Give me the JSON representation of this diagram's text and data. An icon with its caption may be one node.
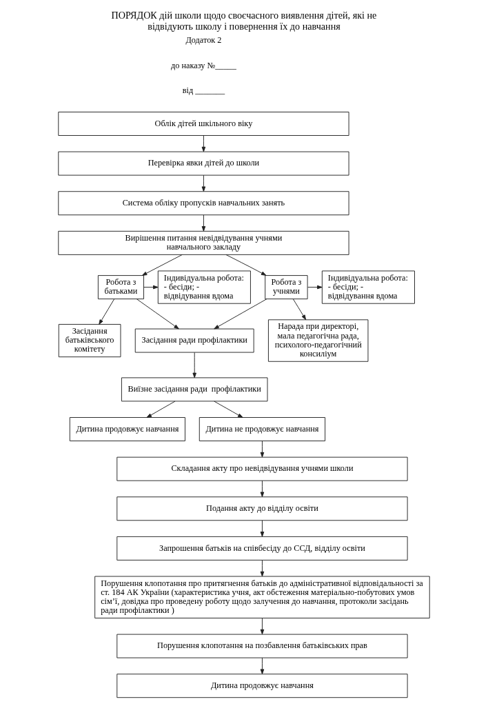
{
  "diagram": {
    "title": "ПОРЯДОК дій школи щодо своєчасного виявлення дітей, які не відвідують школу і повернення їх до навчання",
    "nodes": [
      {
        "text": [
          "Облік дітей шкільного віку"
        ]
      },
      {
        "text": [
          "Перевірка явки дітей до школи"
        ]
      },
      {
        "text": [
          "Система обліку пропусків навчальних занять"
        ]
      },
      {
        "text": [
          "Вирішення питання невідвідування учнями навчального закладу"
        ]
      },
      {
        "text": [
          "Індивідуальна робота: - бесіди; - відвідування вдома"
        ]
      },
      {
        "text": [
          "Робота з батьками"
        ]
      },
      {
        "text": [
          "Робота з учнями"
        ]
      },
      {
        "text": [
          "Індивідуальна робота: - бесіди; - відвідування вдома"
        ]
      },
      {
        "text": [
          "Засідання батьківського комітету"
        ]
      },
      {
        "text": [
          "Засідання ради профілактики"
        ]
      },
      {
        "text": [
          "Нарада при директорі, мала педагогічна рада, психолого-педагогічний консиліум"
        ]
      },
      {
        "text": [
          "Виїзне засідання ради  профілактики"
        ]
      },
      {
        "text": [
          "Дитина продовжує навчання"
        ]
      },
      {
        "text": [
          "Дитина не продовжує навчання"
        ]
      },
      {
        "text": [
          "Складання акту про невідвідування учнями школи"
        ]
      },
      {
        "text": [
          "Подання акту до відділу освіти"
        ]
      },
      {
        "text": [
          "Запрошення батьків на співбесіду до ССД, відділу освіти"
        ]
      },
      {
        "text": [
          "Порушення клопотання про притягнення батьків до адміністративної відповідальності за ст. 184 АК України (характеристика учня, акт обстеження матеріально-побутових умов сім’ї, довідка про проведену роботу щодо залучення до навчання, протоколи засідань ради профілактики )"
        ]
      },
      {
        "text": [
          "Порушення клопотання на позбавлення батьківських прав"
        ]
      },
      {
        "text": [
          "Дитина продовжує навчання"
        ]
      }
    ],
    "edges": [
      {
        "from": 0,
        "to": 1,
        "arrow": "to"
      },
      {
        "from": 1,
        "to": 2,
        "arrow": "to"
      },
      {
        "from": 2,
        "to": 3,
        "arrow": "to"
      },
      {
        "from": 3,
        "to": 5,
        "arrow": "to"
      },
      {
        "from": 3,
        "to": 6,
        "arrow": "to"
      },
      {
        "from": 5,
        "to": 4,
        "arrow": "to"
      },
      {
        "from": 5,
        "to": 8,
        "arrow": "to"
      },
      {
        "from": 5,
        "to": 9,
        "arrow": "to"
      },
      {
        "from": 6,
        "to": 9,
        "arrow": "to"
      },
      {
        "from": 6,
        "to": 7,
        "arrow": "to"
      },
      {
        "from": 6,
        "to": 10,
        "arrow": "to"
      },
      {
        "from": 9,
        "to": 11,
        "arrow": "to"
      },
      {
        "from": 11,
        "to": 12,
        "arrow": "to"
      },
      {
        "from": 11,
        "to": 13,
        "arrow": "to"
      },
      {
        "from": 13,
        "to": 14,
        "arrow": "to"
      },
      {
        "from": 14,
        "to": 15,
        "arrow": "to"
      },
      {
        "from": 15,
        "to": 16,
        "arrow": "to"
      },
      {
        "from": 16,
        "to": 17,
        "arrow": "to"
      },
      {
        "from": 17,
        "to": 18,
        "arrow": "to"
      },
      {
        "from": 18,
        "to": 19,
        "arrow": "to"
      }
    ],
    "labels": [
      "Додаток 2",
      "до наказу №_____",
      "від _______"
    ]
  }
}
